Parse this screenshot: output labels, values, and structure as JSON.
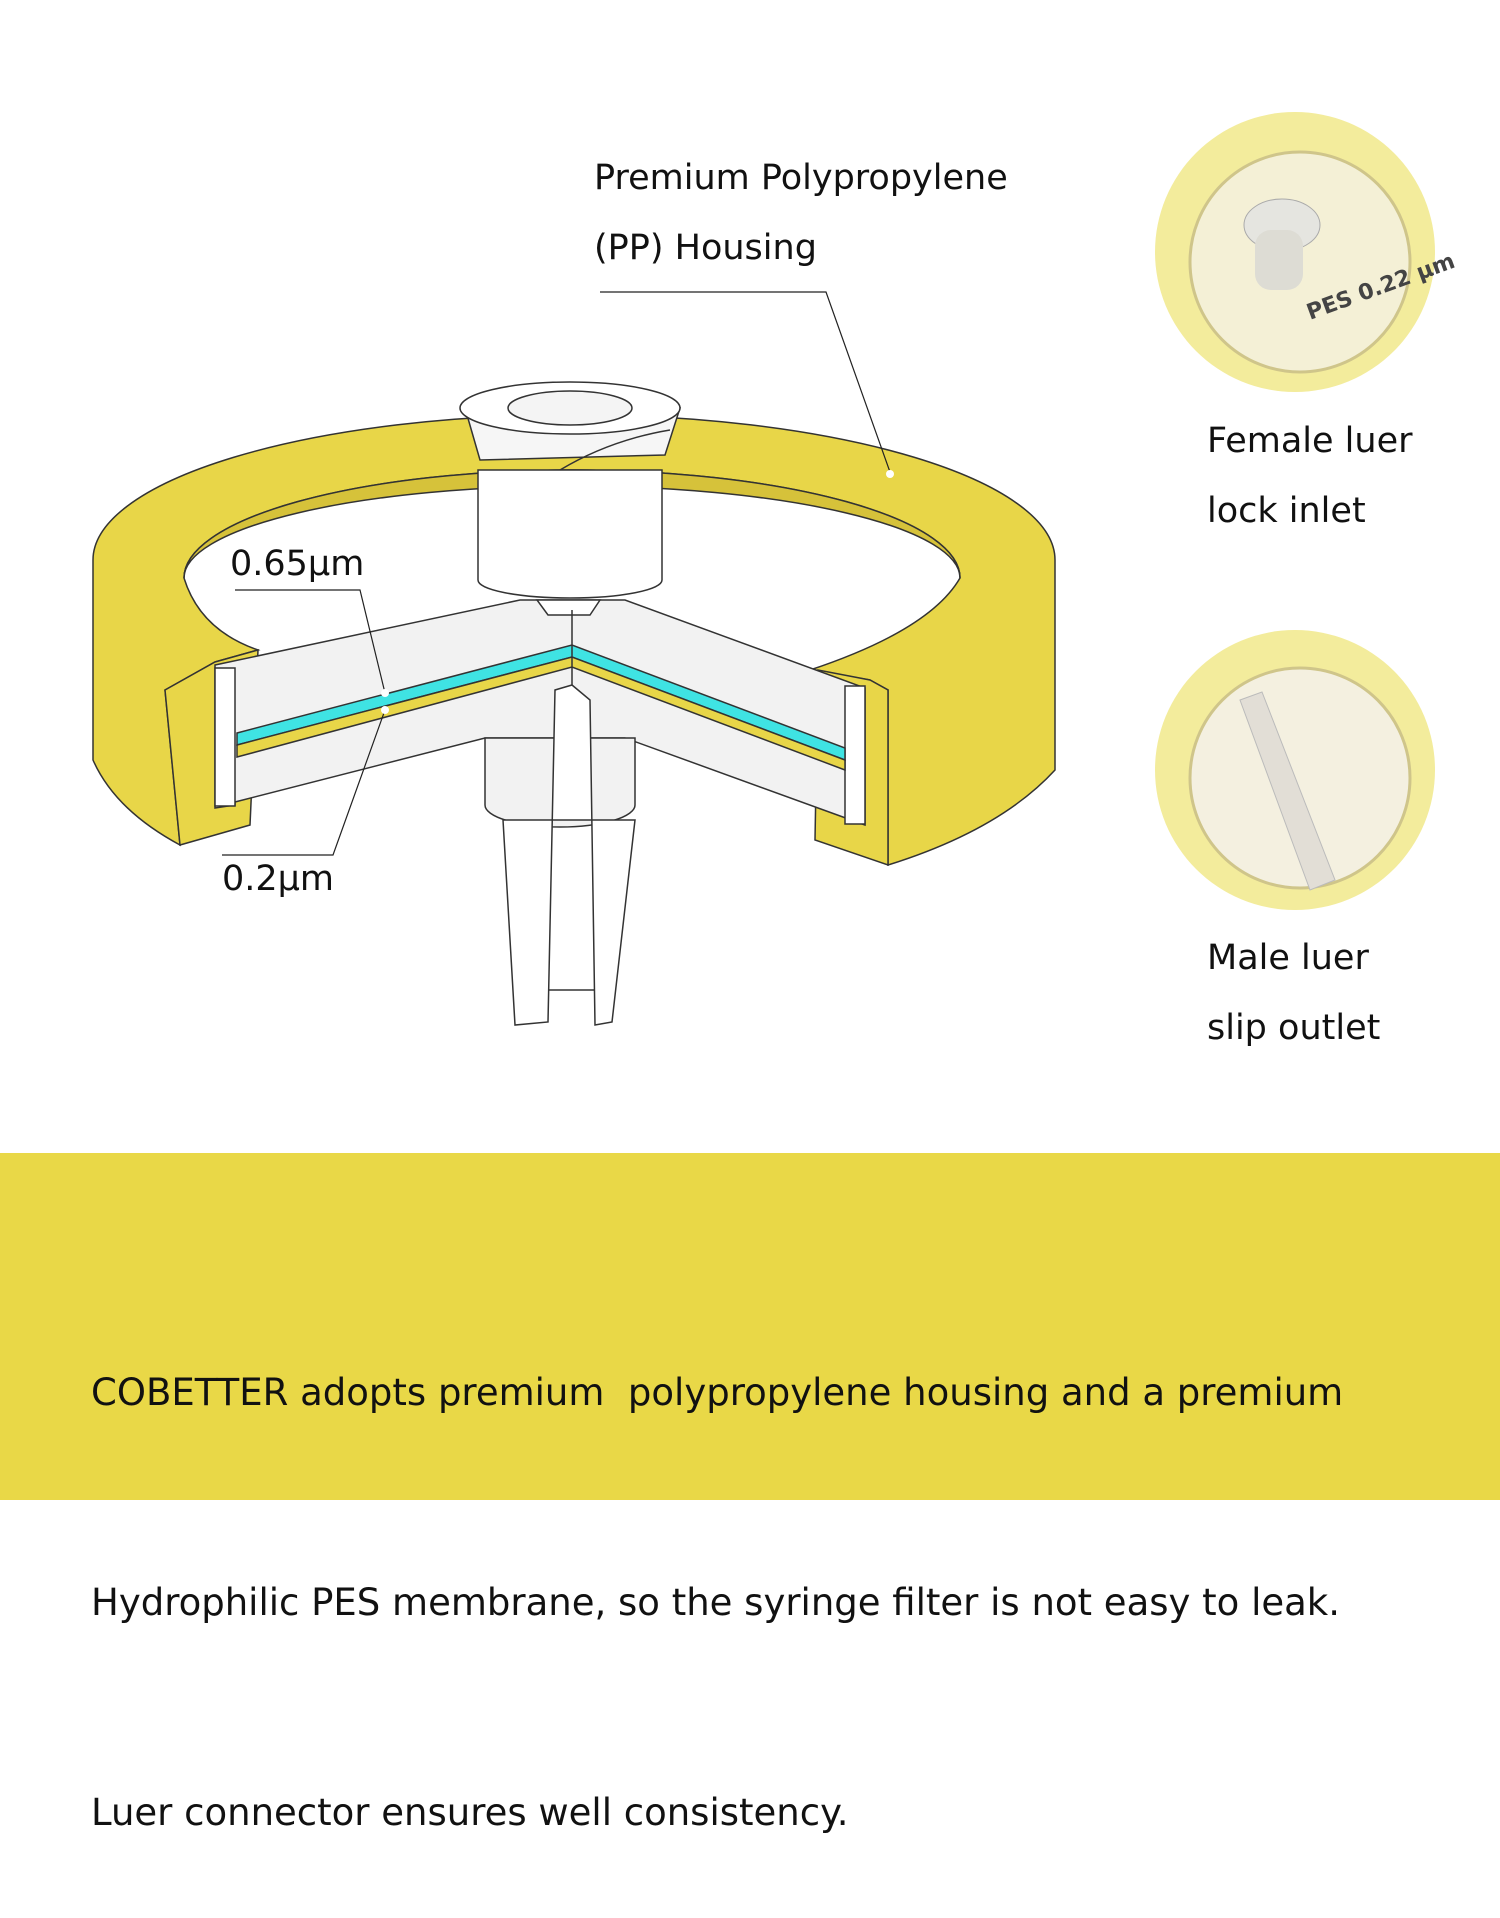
{
  "colors": {
    "housing_yellow": "#E8D648",
    "membrane_blue": "#3FE3E3",
    "band_yellow": "#E9D847",
    "plastic_white": "#F2F2F2"
  },
  "callouts": {
    "housing": [
      "Premium Polypropylene",
      "(PP) Housing"
    ],
    "membrane_top": "0.65μm",
    "membrane_bottom": "0.2μm"
  },
  "photos": [
    {
      "caption": [
        "Female luer",
        "lock inlet"
      ],
      "print": [
        "PES 0.22 μm"
      ]
    },
    {
      "caption": [
        "Male luer",
        "slip outlet"
      ]
    }
  ],
  "description": {
    "lines": [
      "COBETTER adopts premium  polypropylene housing and a premium",
      "Hydrophilic PES membrane, so the syringe filter is not easy to leak.",
      "Luer connector ensures well consistency."
    ]
  }
}
